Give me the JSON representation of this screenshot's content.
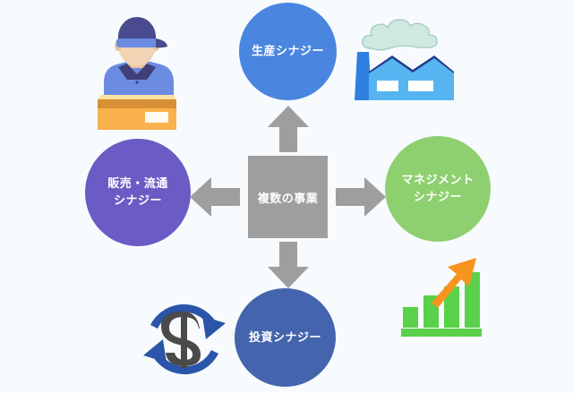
{
  "diagram": {
    "background_color": "#f7fbfd",
    "core": {
      "label": "複数の事業",
      "color": "#9e9e9e",
      "text_color": "#ffffff"
    },
    "arrows": {
      "color": "#9e9e9e",
      "up_name": "arrow-up",
      "down_name": "arrow-down",
      "left_name": "arrow-left",
      "right_name": "arrow-right"
    },
    "nodes": [
      {
        "id": "production",
        "label": "生産シナジー",
        "color": "#4a86df",
        "position": "top"
      },
      {
        "id": "management",
        "label": "マネジメント\nシナジー",
        "color": "#8ed070",
        "position": "right"
      },
      {
        "id": "sales",
        "label": "販売・流通\nシナジー",
        "color": "#6b5bc4",
        "position": "left"
      },
      {
        "id": "investment",
        "label": "投資シナジー",
        "color": "#4465ad",
        "position": "bottom"
      }
    ],
    "illustrations": [
      {
        "id": "delivery",
        "icon": "delivery-person-icon",
        "position": "top-left",
        "colors": {
          "cap_crown": "#4a4a8f",
          "cap_brim": "#6b8be0",
          "skin": "#f2d4b4",
          "shirt": "#6b8be0",
          "collar": "#3f3f7a",
          "box_body": "#f9b14e",
          "box_band": "#d88f35",
          "box_top": "#fbe2a0",
          "box_label": "#ffffff"
        }
      },
      {
        "id": "factory",
        "icon": "factory-icon",
        "position": "top-right",
        "colors": {
          "chimney": "#2f7fe0",
          "body": "#56b4f0",
          "roof": "#233a8c",
          "window": "#ffffff",
          "smoke": "#cfe8e0",
          "smoke_outline": "#9fc9bf"
        }
      },
      {
        "id": "money-cycle",
        "icon": "dollar-recycle-icon",
        "position": "bottom-left",
        "colors": {
          "arrows": "#2a55a8",
          "dollar": "#4a4a4a"
        }
      },
      {
        "id": "growth-chart",
        "icon": "growth-bar-chart-icon",
        "position": "bottom-right",
        "colors": {
          "bars": "#5ad14a",
          "baseline": "#5ad14a",
          "arrow": "#f7941e"
        }
      }
    ]
  }
}
